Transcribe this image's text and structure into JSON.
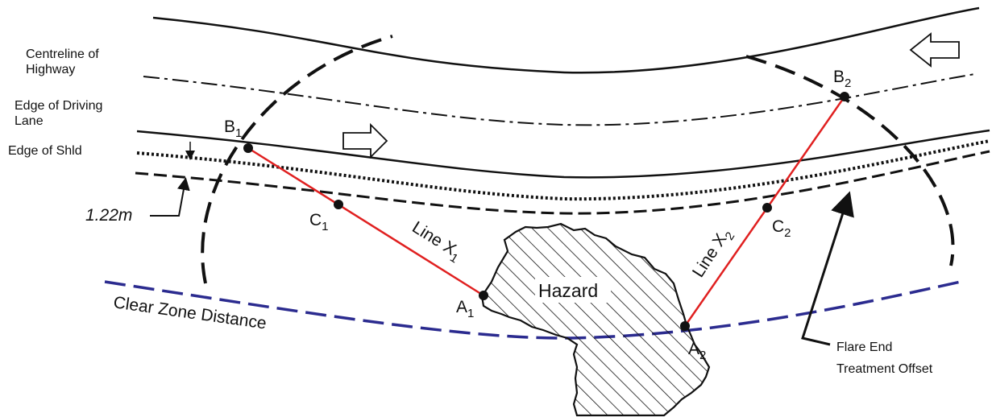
{
  "labels": {
    "centreline_line1": "Centreline of",
    "centreline_line2": "Highway",
    "edge_driving_line1": "Edge of Driving",
    "edge_driving_line2": "Lane",
    "edge_shld": "Edge of Shld",
    "offset_dim": "1.22m",
    "clear_zone": "Clear Zone Distance",
    "hazard": "Hazard",
    "flare_line1": "Flare End",
    "flare_line2": "Treatment Offset",
    "line_x1_main": "Line X",
    "line_x1_sub": "1",
    "line_x2_main": "Line X",
    "line_x2_sub": "2"
  },
  "points": {
    "a1": {
      "main": "A",
      "sub": "1"
    },
    "b1": {
      "main": "B",
      "sub": "1"
    },
    "c1": {
      "main": "C",
      "sub": "1"
    },
    "a2": {
      "main": "A",
      "sub": "2"
    },
    "b2": {
      "main": "B",
      "sub": "2"
    },
    "c2": {
      "main": "C",
      "sub": "2"
    }
  },
  "colors": {
    "line_of_sight": "#e02020",
    "clear_zone": "#2b2b8f",
    "ink": "#111111"
  }
}
